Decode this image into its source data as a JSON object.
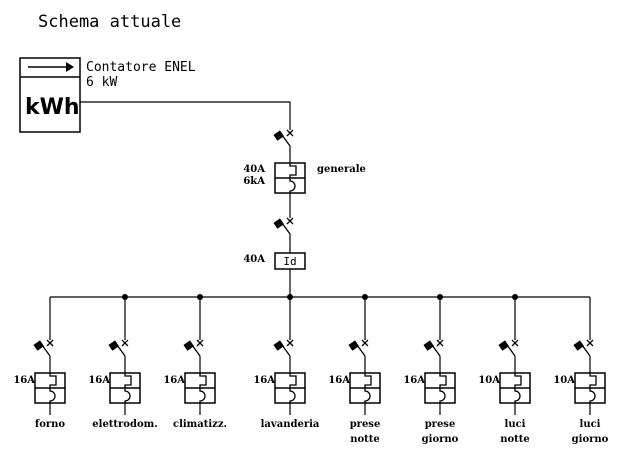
{
  "title": "Schema attuale",
  "meter": {
    "name": "Contatore ENEL",
    "power": "6 kW",
    "unit": "kWh"
  },
  "main_breaker": {
    "rating": "40A",
    "breaking": "6kA",
    "label": "generale"
  },
  "differential": {
    "rating": "40A",
    "symbol": "Id"
  },
  "branches": [
    {
      "rating": "16A",
      "line1": "forno",
      "line2": ""
    },
    {
      "rating": "16A",
      "line1": "elettrodom.",
      "line2": ""
    },
    {
      "rating": "16A",
      "line1": "climatizz.",
      "line2": ""
    },
    {
      "rating": "16A",
      "line1": "lavanderia",
      "line2": ""
    },
    {
      "rating": "16A",
      "line1": "prese",
      "line2": "notte"
    },
    {
      "rating": "16A",
      "line1": "prese",
      "line2": "giorno"
    },
    {
      "rating": "10A",
      "line1": "luci",
      "line2": "notte"
    },
    {
      "rating": "10A",
      "line1": "luci",
      "line2": "giorno"
    }
  ]
}
